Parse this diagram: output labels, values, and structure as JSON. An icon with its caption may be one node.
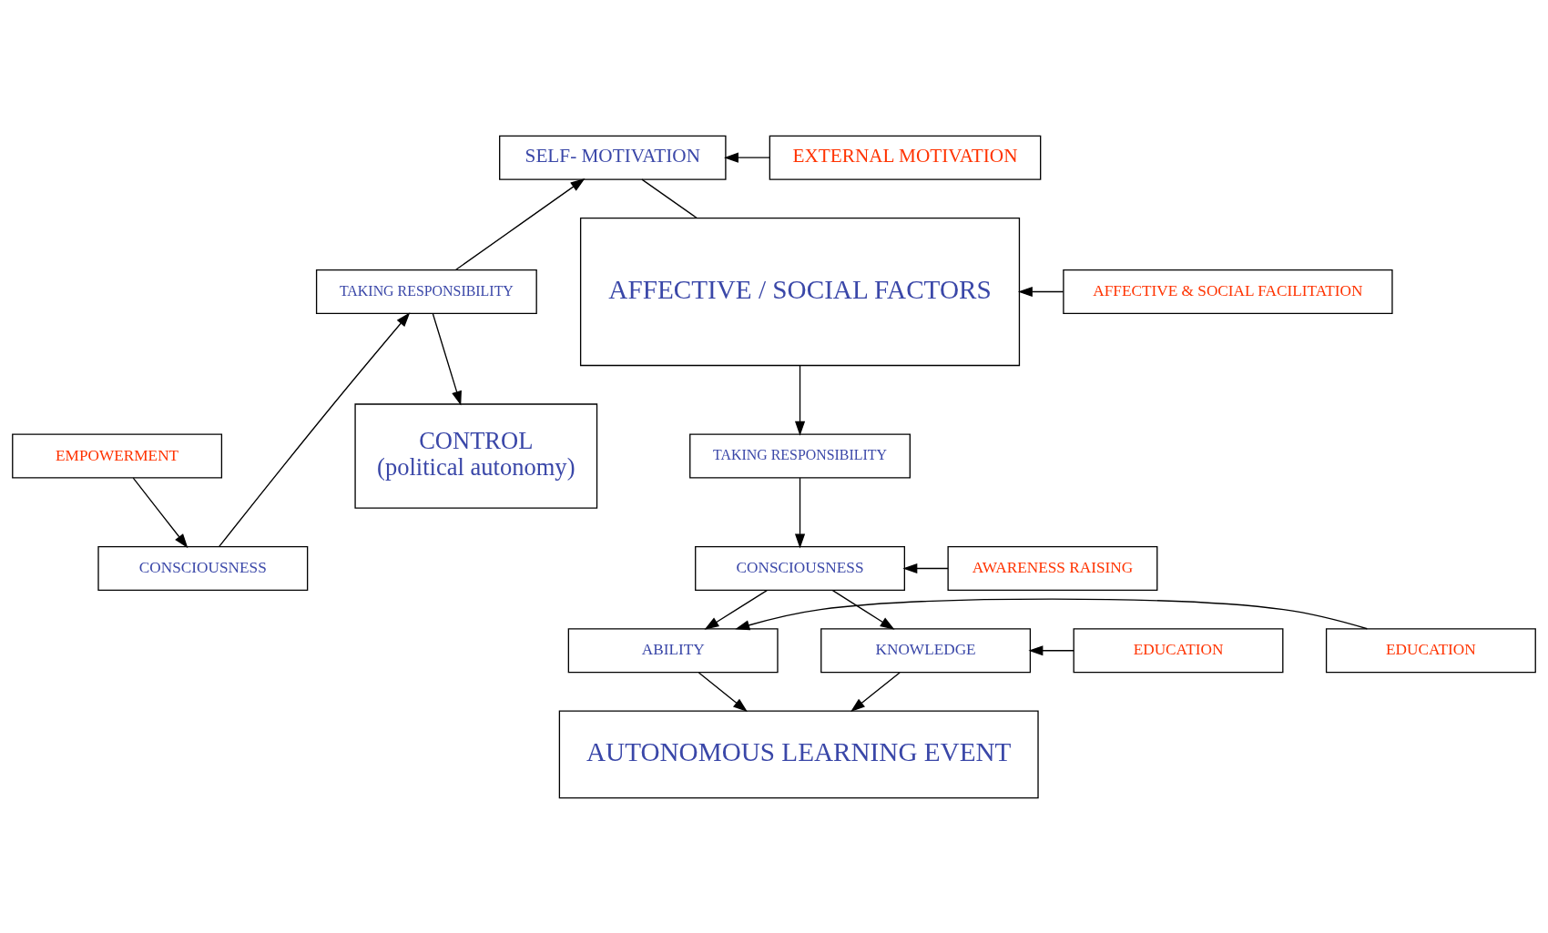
{
  "diagram": {
    "nodes": [
      {
        "text": [
          "CONTROL",
          "(political autonomy)"
        ]
      },
      {
        "text": [
          "SELF- MOTIVATION"
        ]
      },
      {
        "text": [
          "EXTERNAL MOTIVATION"
        ]
      },
      {
        "text": [
          "TAKING RESPONSIBILITY"
        ]
      },
      {
        "text": [
          "AFFECTIVE / SOCIAL FACTORS"
        ]
      },
      {
        "text": [
          "AFFECTIVE & SOCIAL FACILITATION"
        ]
      },
      {
        "text": [
          "CONSCIOUSNESS"
        ]
      },
      {
        "text": [
          "EMPOWERMENT"
        ]
      },
      {
        "text": [
          "TAKING RESPONSIBILITY"
        ]
      },
      {
        "text": [
          "CONSCIOUSNESS"
        ]
      },
      {
        "text": [
          "AWARENESS RAISING"
        ]
      },
      {
        "text": [
          "EDUCATION"
        ]
      },
      {
        "text": [
          "ABILITY"
        ]
      },
      {
        "text": [
          "KNOWLEDGE"
        ]
      },
      {
        "text": [
          "EDUCATION"
        ]
      },
      {
        "text": [
          "AUTONOMOUS LEARNING EVENT"
        ]
      }
    ],
    "edges": [
      {
        "from": 3,
        "to": 0,
        "arrow": "to"
      },
      {
        "from": 3,
        "to": 1,
        "arrow": "to"
      },
      {
        "from": 2,
        "to": 1,
        "arrow": "to"
      },
      {
        "from": 1,
        "to": 4,
        "arrow": "none"
      },
      {
        "from": 5,
        "to": 4,
        "arrow": "to"
      },
      {
        "from": 6,
        "to": 3,
        "arrow": "to"
      },
      {
        "from": 7,
        "to": 6,
        "arrow": "to"
      },
      {
        "from": 4,
        "to": 8,
        "arrow": "to"
      },
      {
        "from": 8,
        "to": 9,
        "arrow": "to"
      },
      {
        "from": 10,
        "to": 9,
        "arrow": "to"
      },
      {
        "from": 9,
        "to": 12,
        "arrow": "to"
      },
      {
        "from": 9,
        "to": 13,
        "arrow": "to"
      },
      {
        "from": 11,
        "to": 12,
        "arrow": "to"
      },
      {
        "from": 14,
        "to": 13,
        "arrow": "to"
      },
      {
        "from": 12,
        "to": 15,
        "arrow": "to"
      },
      {
        "from": 13,
        "to": 15,
        "arrow": "to"
      }
    ]
  }
}
